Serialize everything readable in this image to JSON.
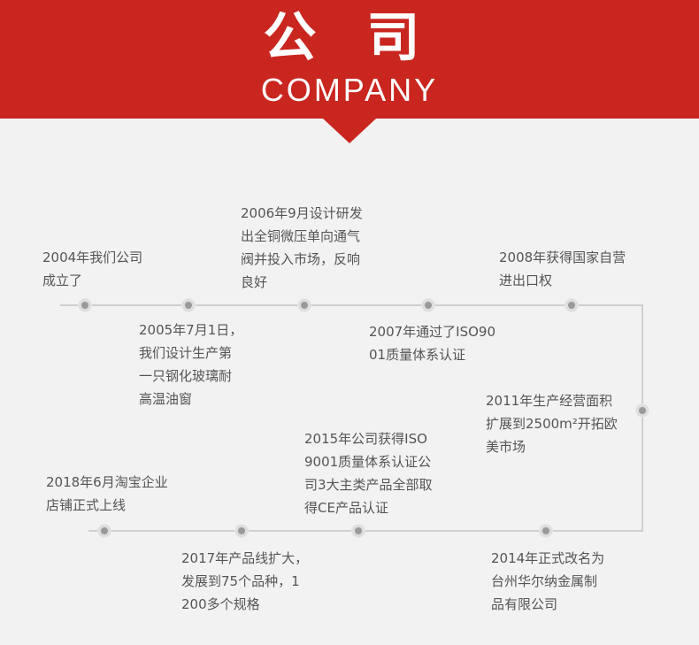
{
  "header": {
    "title_cn": "公 司",
    "title_en": "COMPANY"
  },
  "colors": {
    "banner": "#c9261f",
    "background": "#f2f2f2",
    "line": "#cfcfcf",
    "dot": "#9a9a9a",
    "text": "#555555"
  },
  "timeline": {
    "events": [
      {
        "year": "2004",
        "text": "2004年我们公司\n成立了"
      },
      {
        "year": "2005",
        "text": "2005年7月1日，\n我们设计生产第\n一只钢化玻璃耐\n高温油窗"
      },
      {
        "year": "2006",
        "text": "2006年9月设计研发\n出全铜微压单向通气\n阀并投入市场，反响\n良好"
      },
      {
        "year": "2007",
        "text": "2007年通过了ISO90\n01质量体系认证"
      },
      {
        "year": "2008",
        "text": "2008年获得国家自营\n进出口权"
      },
      {
        "year": "2011",
        "text": "2011年生产经营面积\n扩展到2500m²开拓欧\n美市场"
      },
      {
        "year": "2014",
        "text": "2014年正式改名为\n台州华尔纳金属制\n品有限公司"
      },
      {
        "year": "2015",
        "text": "2015年公司获得ISO\n9001质量体系认证公\n司3大主类产品全部取\n得CE产品认证"
      },
      {
        "year": "2017",
        "text": "2017年产品线扩大，\n发展到75个品种，1\n200多个规格"
      },
      {
        "year": "2018",
        "text": "2018年6月淘宝企业\n店铺正式上线"
      }
    ]
  }
}
